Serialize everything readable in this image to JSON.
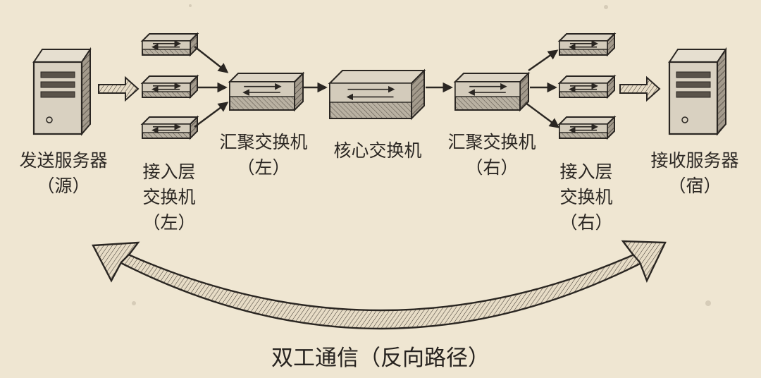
{
  "nodes": {
    "source_server": {
      "name": "发送服务器",
      "note": "（源）"
    },
    "access_left": {
      "line1": "接入层",
      "line2": "交换机",
      "note": "（左）"
    },
    "aggregation_left": {
      "name": "汇聚交换机",
      "note": "（左）"
    },
    "core": {
      "name": "核心交换机"
    },
    "aggregation_right": {
      "name": "汇聚交换机",
      "note": "（右）"
    },
    "access_right": {
      "line1": "接入层",
      "line2": "交换机",
      "note": "（右）"
    },
    "destination_server": {
      "name": "接收服务器",
      "note": "（宿）"
    }
  },
  "caption": "双工通信（反向路径）",
  "colors": {
    "paper": "#efe6d2",
    "ink": "#2a2622",
    "box_top": "#d8d0c0",
    "box_side": "#8f877c"
  }
}
